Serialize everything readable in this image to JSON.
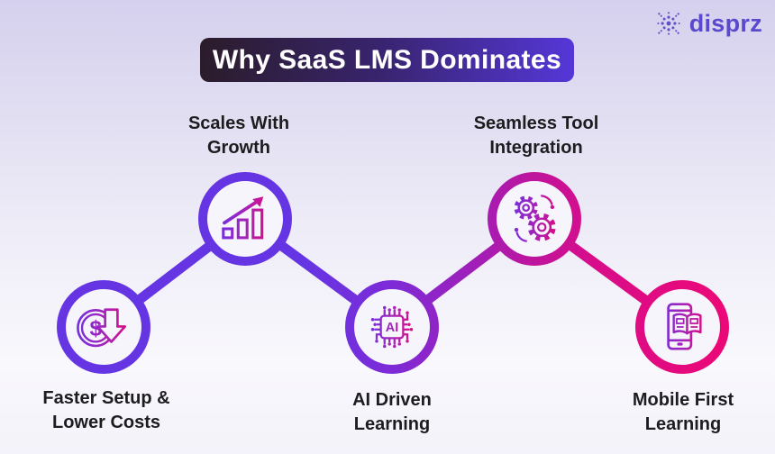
{
  "title": "Why SaaS LMS Dominates",
  "brand": {
    "name": "disprz"
  },
  "nodes": [
    {
      "id": "faster-setup",
      "icon": "dollar-down-icon",
      "lines": [
        "Faster Setup &",
        "Lower Costs"
      ]
    },
    {
      "id": "scales-growth",
      "icon": "growth-chart-icon",
      "lines": [
        "Scales With",
        "Growth"
      ]
    },
    {
      "id": "ai-learning",
      "icon": "ai-chip-icon",
      "lines": [
        "AI Driven",
        "Learning"
      ]
    },
    {
      "id": "tool-integration",
      "icon": "gears-icon",
      "lines": [
        "Seamless Tool",
        "Integration"
      ]
    },
    {
      "id": "mobile-learning",
      "icon": "mobile-book-icon",
      "lines": [
        "Mobile First",
        "Learning"
      ]
    }
  ],
  "icon_text": {
    "ai_chip": "AI",
    "dollar": "$"
  },
  "colors": {
    "path_start": "#6635e3",
    "path_end": "#ec0877",
    "icon_start": "#7130e2",
    "icon_end": "#e2077e",
    "banner_left": "#2b1c2a",
    "banner_right": "#5537d8",
    "brand_purple": "#5a49cf",
    "label_text": "#1d1c1e",
    "circle_fill": "#f7f5fc"
  }
}
